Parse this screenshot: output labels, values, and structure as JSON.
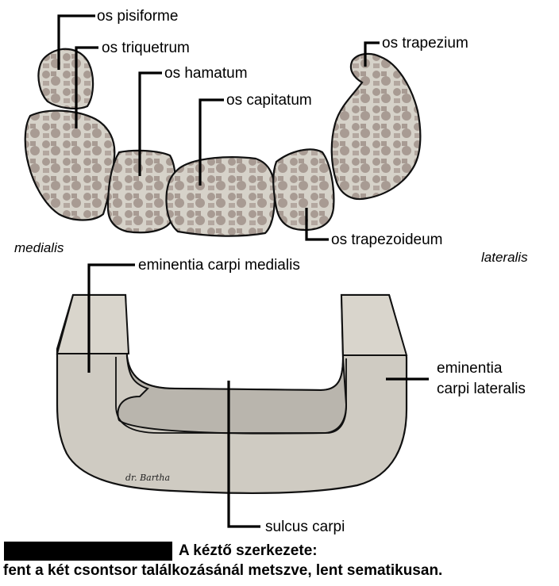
{
  "labels": {
    "pisiforme": "os pisiforme",
    "triquetrum": "os triquetrum",
    "hamatum": "os hamatum",
    "capitatum": "os capitatum",
    "trapezium": "os trapezium",
    "trapezoideum": "os trapezoideum",
    "eminentia_medialis": "eminentia carpi medialis",
    "eminentia_lateralis_line1": "eminentia",
    "eminentia_lateralis_line2": "carpi lateralis",
    "sulcus": "sulcus carpi"
  },
  "sides": {
    "medial": "medialis",
    "lateral": "lateralis"
  },
  "signature": "dr. Bartha",
  "caption": {
    "title": "A kéztő szerkezete:",
    "subtitle": "fent a két csontsor találkozásánál metszve, lent sematikusan."
  },
  "colors": {
    "bone_fill": "#d6d2c9",
    "bone_spots": "#a89b93",
    "schematic_fill": "#cfcbc2",
    "groove_fill": "#b9b5ad",
    "outline": "#111111"
  }
}
